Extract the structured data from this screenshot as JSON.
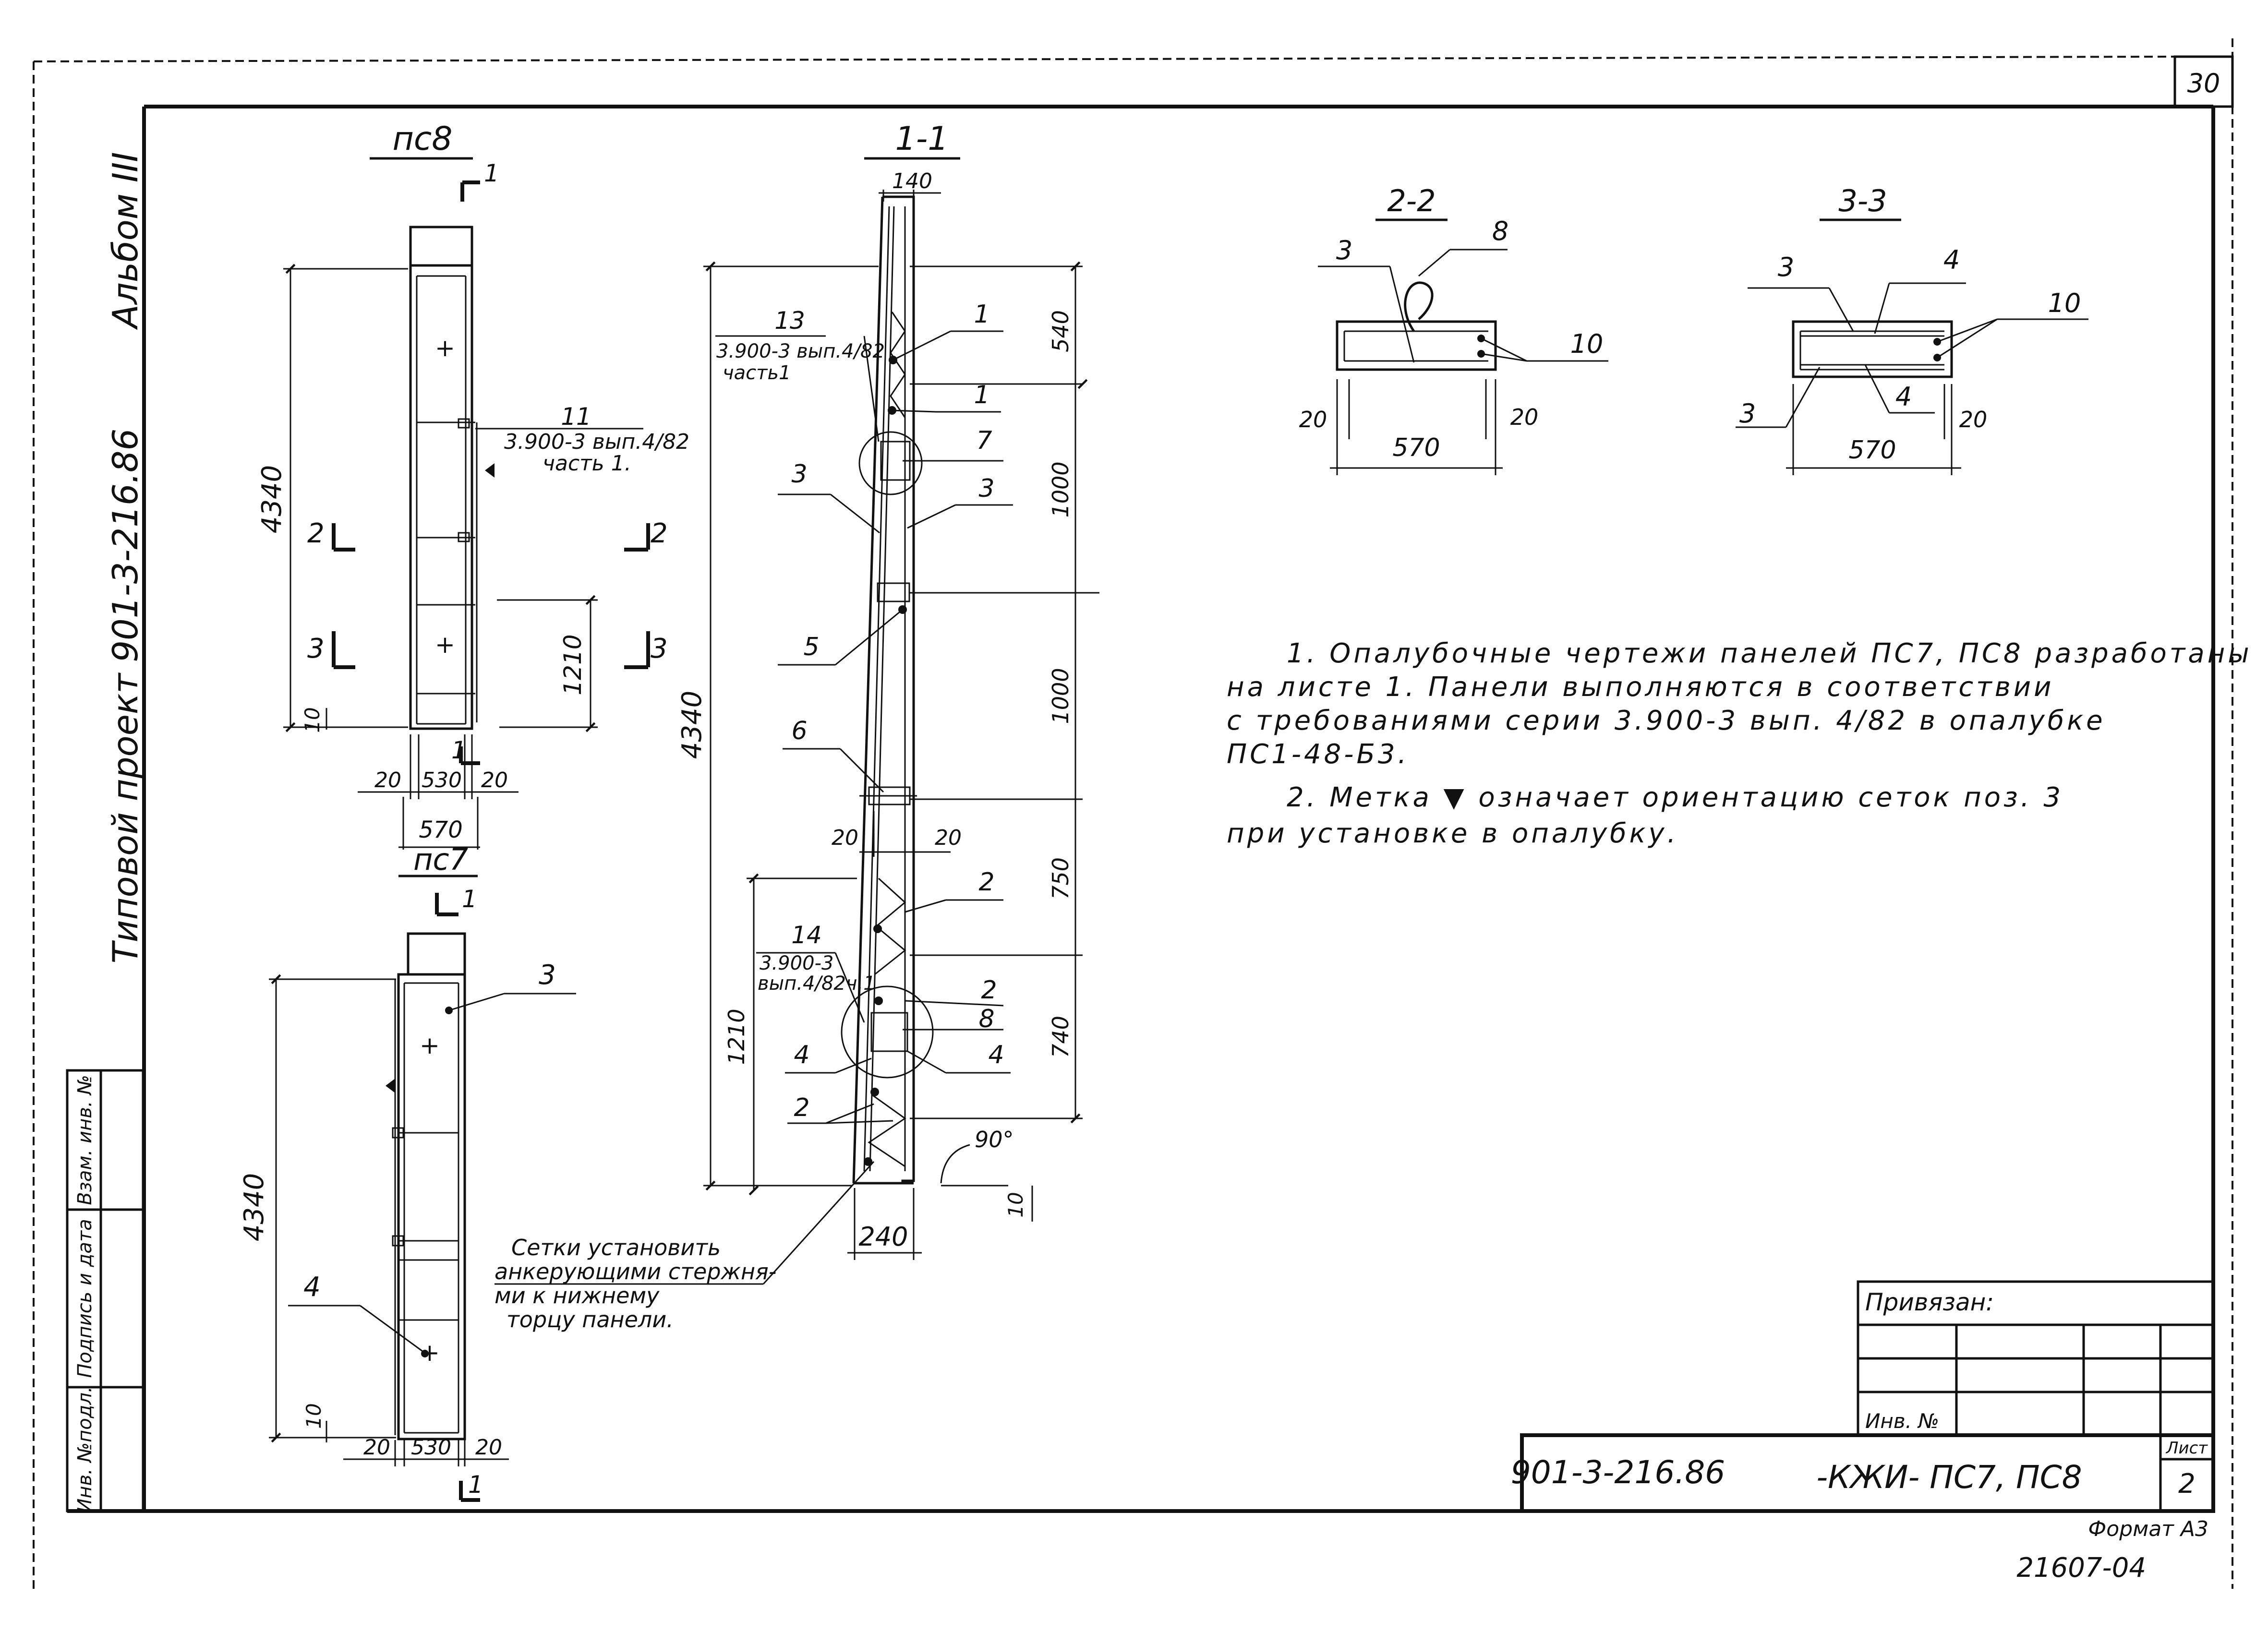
{
  "sheet_number": "30",
  "album_label": "Альбом III",
  "project_label": "Типовой проект 901-3-216.86",
  "side_stamp": [
    "Инв. №подл.",
    "Подпись и дата",
    "Взам. инв. №"
  ],
  "views": {
    "pc8": {
      "title": "пс8",
      "height_dim": "4340",
      "dim_1210": "1210",
      "dim_10": "10",
      "w_left": "20",
      "w_mid": "530",
      "w_right": "20",
      "w_total": "570",
      "note_num": "11",
      "note_line1": "3.900-3 вып.4/82",
      "note_line2": "часть 1.",
      "sec_1": "1",
      "sec_2": "2",
      "sec_3": "3"
    },
    "pc7": {
      "title": "пс7",
      "height_dim": "4340",
      "dim_10": "10",
      "w_left": "20",
      "w_mid": "530",
      "w_right": "20",
      "sec_1": "1",
      "pos_3": "3",
      "pos_4": "4"
    },
    "s11": {
      "title": "1-1",
      "top_width": "140",
      "bottom_width": "240",
      "height_dim": "4340",
      "dims_right": [
        "540",
        "1000",
        "1000",
        "750",
        "740"
      ],
      "dim_1210": "1210",
      "dim_10": "10",
      "w_left": "20",
      "w_right": "20",
      "angle": "90°",
      "n13": "13",
      "note13_line1": "3.900-3 вып.4/82",
      "note13_line2": "часть1",
      "n14": "14",
      "note14_line1": "3.900-3",
      "note14_line2": "вып.4/82ч.1",
      "callouts": [
        "1",
        "1",
        "7",
        "3",
        "3",
        "5",
        "6",
        "2",
        "2",
        "8",
        "4",
        "4",
        "2"
      ]
    },
    "s22": {
      "title": "2-2",
      "width_dim": "570",
      "left_dim": "20",
      "right_dim": "20",
      "pos_3": "3",
      "pos_8": "8",
      "pos_10": "10"
    },
    "s33": {
      "title": "3-3",
      "width_dim": "570",
      "right_dim": "20",
      "pos_3_top": "3",
      "pos_4_top": "4",
      "pos_10": "10",
      "pos_3_bottom": "3",
      "pos_4_bottom": "4"
    }
  },
  "mesh_note": [
    "Сетки установить",
    "анкерующими стержня-",
    "ми к нижнему",
    "торцу панели."
  ],
  "notes": [
    "1. Опалубочные чертежи панелей ПС7, ПС8 разработаны",
    "на листе 1. Панели выполняются в соответствии",
    "с требованиями серии 3.900-3 вып. 4/82 в опалубке",
    "ПС1-48-Б3.",
    "2. Метка ▼ означает ориентацию сеток поз. 3",
    "при установке в опалубку."
  ],
  "title_block": {
    "bound_label": "Привязан:",
    "inv_label": "Инв. №",
    "code": "901-3-216.86",
    "doc": "-КЖИ- ПС7, ПС8",
    "sheet_label": "Лист",
    "sheet_value": "2"
  },
  "format_label": "Формат А3",
  "archive_number": "21607-04"
}
